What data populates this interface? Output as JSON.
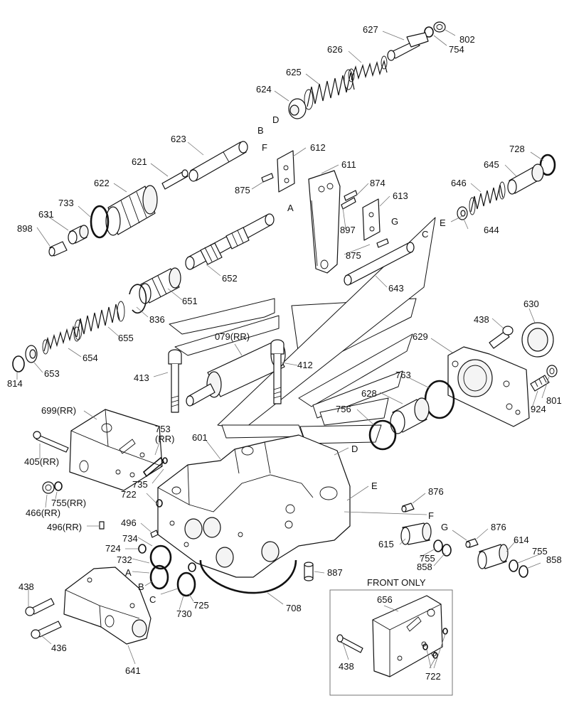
{
  "labels": {
    "p627": "627",
    "p802": "802",
    "p754": "754",
    "p626": "626",
    "p625": "625",
    "p624": "624",
    "letter_d_top": "D",
    "letter_b_top": "B",
    "p623": "623",
    "letter_f_top": "F",
    "p612": "612",
    "p621": "621",
    "p611": "611",
    "p728": "728",
    "p645": "645",
    "p622": "622",
    "p875a": "875",
    "p874": "874",
    "p733": "733",
    "p646": "646",
    "p613": "613",
    "letter_a_top": "A",
    "p631": "631",
    "letter_e_right": "E",
    "letter_g_top": "G",
    "p898": "898",
    "p897": "897",
    "p644": "644",
    "letter_c_top": "C",
    "p875b": "875",
    "p652": "652",
    "p643": "643",
    "p651": "651",
    "p836": "836",
    "p438a": "438",
    "p630": "630",
    "p655": "655",
    "p079": "079(RR)",
    "p629": "629",
    "p654": "654",
    "p412": "412",
    "p653": "653",
    "p814": "814",
    "p413": "413",
    "p763": "763",
    "p628": "628",
    "p801": "801",
    "p924": "924",
    "p699": "699(RR)",
    "p756": "756",
    "p753a": "753",
    "p753b": "(RR)",
    "p601": "601",
    "letter_d_mid": "D",
    "p405": "405(RR)",
    "p735": "735",
    "p722a": "722",
    "letter_e_mid": "E",
    "p876a": "876",
    "p755a": "755(RR)",
    "p466": "466(RR)",
    "letter_f_mid": "F",
    "p496a": "496",
    "p496b": "496(RR)",
    "letter_g_mid": "G",
    "p876b": "876",
    "p734": "734",
    "p724": "724",
    "p615": "615",
    "p614": "614",
    "p732": "732",
    "letter_a_low": "A",
    "p755b": "755",
    "p755c": "755",
    "p858a": "858",
    "p858b": "858",
    "letter_b_low": "B",
    "p887": "887",
    "letter_c_low": "C",
    "p438b": "438",
    "p725": "725",
    "p730": "730",
    "p708": "708",
    "p656": "656",
    "p436": "436",
    "p438c": "438",
    "p722b": "722",
    "p641": "641"
  },
  "inset": {
    "title": "FRONT ONLY"
  }
}
